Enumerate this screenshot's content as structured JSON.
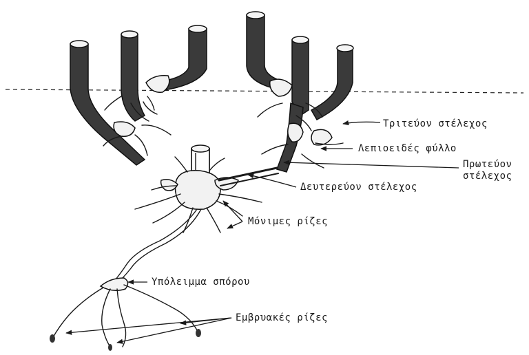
{
  "labels": {
    "tertiary_stem": "Τριτεύον στέλεχος",
    "scale_leaf": "Λεπιοειδές φύλλο",
    "primary_stem_line1": "Πρωτεύον",
    "primary_stem_line2": "στέλεχος",
    "secondary_stem": "Δευτερεύον στέλεχος",
    "permanent_roots": "Μόνιμες ρίζες",
    "seed_remnant": "Υπόλειμμα σπόρου",
    "embryonic_roots": "Εμβρυακές ρίζες"
  }
}
